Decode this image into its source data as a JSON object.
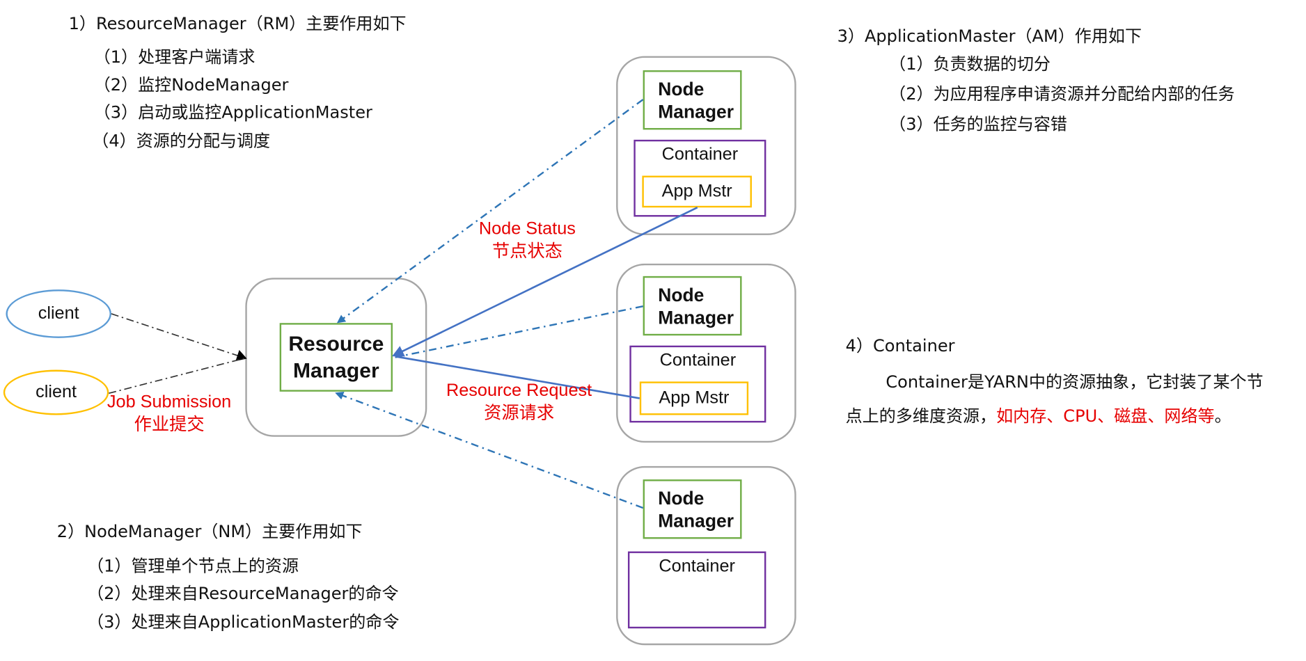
{
  "rm_section": {
    "title": "1）ResourceManager（RM）主要作用如下",
    "items": [
      "（1）处理客户端请求",
      "（2）监控NodeManager",
      "（3）启动或监控ApplicationMaster",
      "（4）资源的分配与调度"
    ]
  },
  "nm_section": {
    "title": "2）NodeManager（NM）主要作用如下",
    "items": [
      "（1）管理单个节点上的资源",
      "（2）处理来自ResourceManager的命令",
      "（3）处理来自ApplicationMaster的命令"
    ]
  },
  "am_section": {
    "title": "3）ApplicationMaster（AM）作用如下",
    "items": [
      "（1）负责数据的切分",
      "（2）为应用程序申请资源并分配给内部的任务",
      "（3）任务的监控与容错"
    ]
  },
  "container_section": {
    "title": "4）Container",
    "line1": "Container是YARN中的资源抽象，它封装了某个节",
    "line2_prefix": "点上的多维度资源，",
    "line2_red": "如内存、CPU、磁盘、网络等",
    "line2_suffix": "。"
  },
  "diagram": {
    "client_1": "client",
    "client_2": "client",
    "resource_manager": [
      "Resource",
      "Manager"
    ],
    "node_manager": [
      "Node",
      "Manager"
    ],
    "container": "Container",
    "app_master": "App Mstr",
    "job_submission": [
      "Job Submission",
      "作业提交"
    ],
    "node_status": [
      "Node Status",
      "节点状态"
    ],
    "resource_request": [
      "Resource Request",
      "资源请求"
    ]
  },
  "colors": {
    "red_text": "#e60000",
    "node_manager_border": "#70ad47",
    "container_border": "#7030a0",
    "app_master_border": "#ffc000",
    "client_1_border": "#5b9bd5",
    "client_2_border": "#ffc000",
    "node_status_line": "#2e75b6",
    "resource_request_line": "#4472c4",
    "job_line": "#333333"
  }
}
